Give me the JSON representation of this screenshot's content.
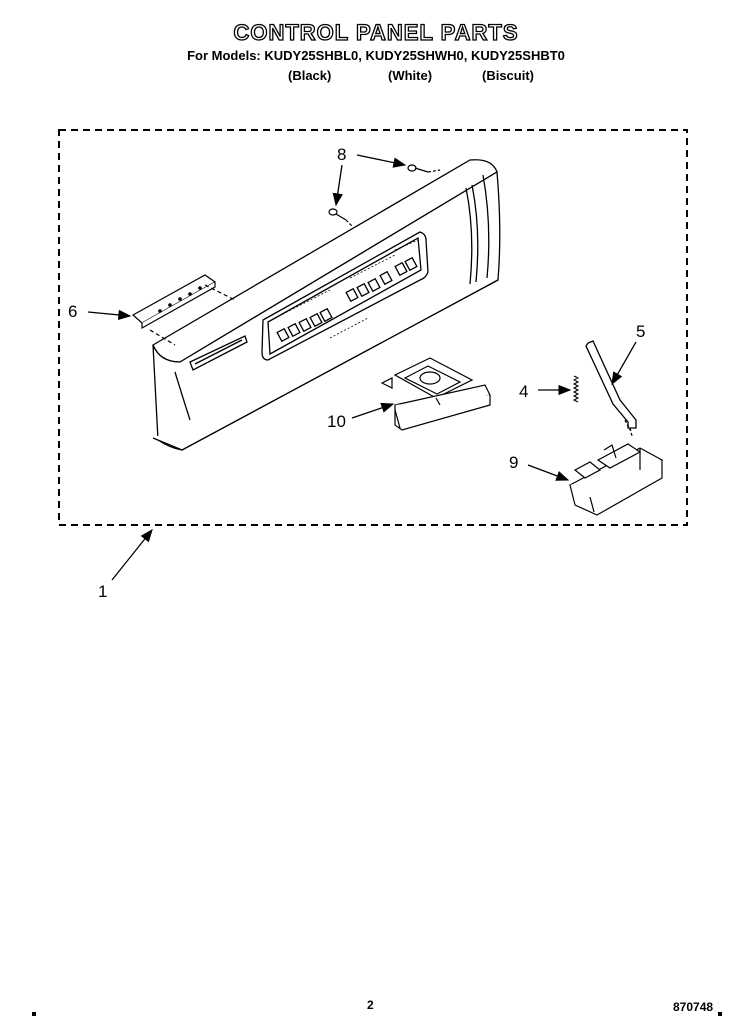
{
  "header": {
    "title": "CONTROL PANEL PARTS",
    "models_line": "For Models: KUDY25SHBL0, KUDY25SHWH0, KUDY25SHBT0",
    "variants": [
      "(Black)",
      "(White)",
      "(Biscuit)"
    ]
  },
  "callouts": {
    "c1": "1",
    "c4": "4",
    "c5": "5",
    "c6": "6",
    "c8": "8",
    "c9": "9",
    "c10": "10"
  },
  "footer": {
    "page_number": "2",
    "document_number": "870748"
  }
}
